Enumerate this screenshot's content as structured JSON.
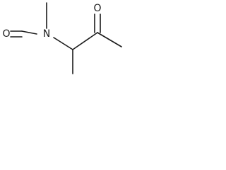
{
  "molecule": {
    "atoms": {
      "oxygen_formyl": "O",
      "nitrogen": "N",
      "oxygen_ketone": "O"
    }
  }
}
